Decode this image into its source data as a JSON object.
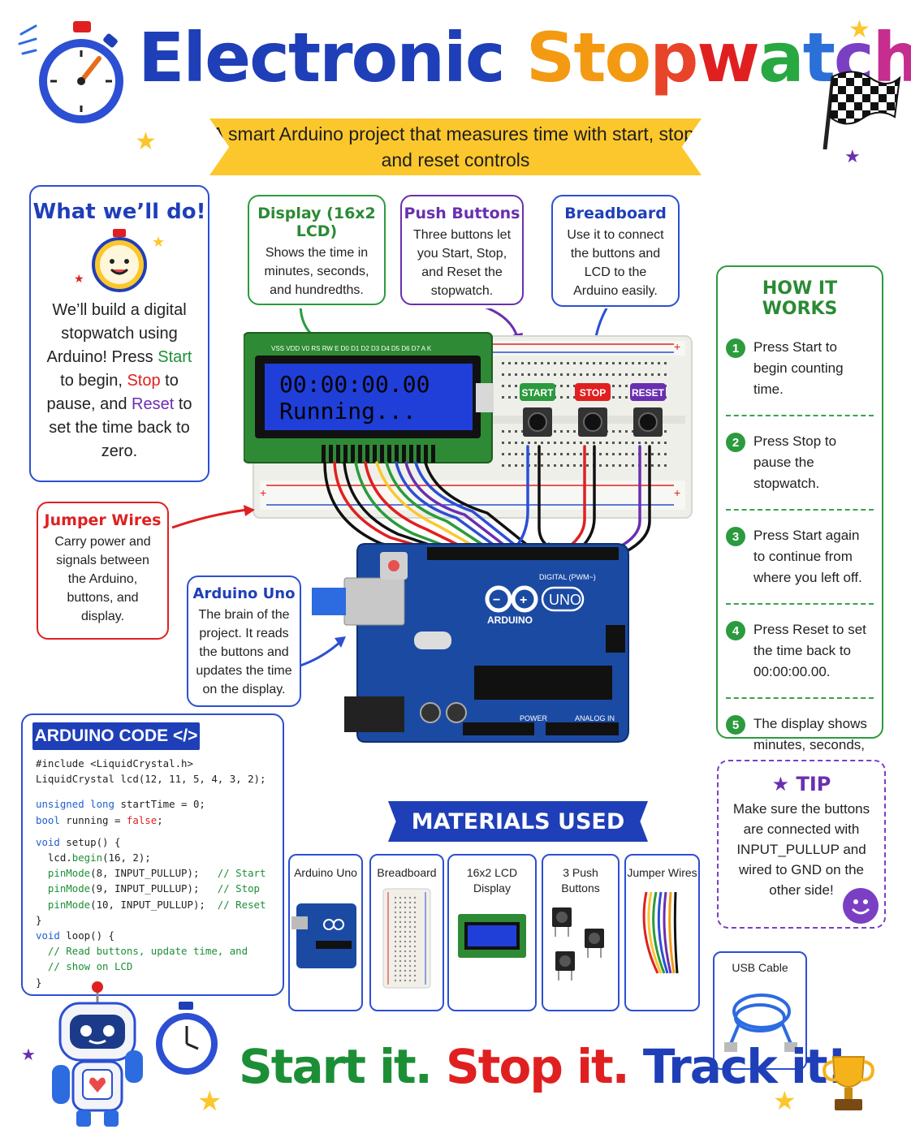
{
  "title": {
    "word1": "Electronic",
    "word2_chars": [
      "S",
      "t",
      "o",
      "p",
      "w",
      "a",
      "t",
      "c",
      "h"
    ],
    "word2_colors": [
      "#f39a12",
      "#f39a12",
      "#f39a12",
      "#e8442a",
      "#e02020",
      "#28a840",
      "#2b6fd8",
      "#7b3fc4",
      "#c52d8f"
    ],
    "subtitle": "A smart Arduino project that measures time with start, stop, and reset controls"
  },
  "what_we_do": {
    "heading": "What we’ll do!",
    "text_1": "We’ll build a digital stopwatch using Arduino! Press",
    "start": "Start",
    "text_2": "to begin,",
    "stop": "Stop",
    "text_3": "to pause, and",
    "reset": "Reset",
    "text_4": "to set the time back to zero."
  },
  "callouts": {
    "display": {
      "heading": "Display (16x2 LCD)",
      "text": "Shows the time in minutes, seconds, and hundredths."
    },
    "buttons": {
      "heading": "Push Buttons",
      "text": "Three buttons let you Start, Stop, and Reset the stopwatch."
    },
    "breadboard": {
      "heading": "Breadboard",
      "text": "Use it to connect the buttons and LCD to the Arduino easily."
    },
    "jumper": {
      "heading": "Jumper Wires",
      "text": "Carry power and signals between the Arduino, buttons, and display."
    },
    "uno": {
      "heading": "Arduino Uno",
      "text": "The brain of the project. It reads the buttons and updates the time on the display."
    }
  },
  "lcd": {
    "pin_labels": "VSS VDD V0 RS RW E D0 D1 D2 D3 D4 D5 D6 D7 A K",
    "line1": "00:00:00.00",
    "line2": "Running..."
  },
  "board_buttons": [
    {
      "label": "START",
      "color": "#2b9b3e"
    },
    {
      "label": "STOP",
      "color": "#e02020"
    },
    {
      "label": "RESET",
      "color": "#6a2fb0"
    }
  ],
  "arduino": {
    "brand": "ARDUINO",
    "model": "UNO",
    "digital": "DIGITAL (PWM~)",
    "power": "POWER",
    "analog": "ANALOG IN"
  },
  "how_it_works": {
    "heading": "HOW IT WORKS",
    "steps": [
      {
        "num": "1",
        "text": "Press Start to begin counting time."
      },
      {
        "num": "2",
        "text": "Press Stop to pause the stopwatch."
      },
      {
        "num": "3",
        "text": "Press Start again to continue from where you left off."
      },
      {
        "num": "4",
        "text": "Press Reset to set the time back to 00:00:00.00."
      },
      {
        "num": "5",
        "text": "The display shows minutes, seconds, and hundredths of a second."
      }
    ]
  },
  "tip": {
    "heading": "TIP",
    "text": "Make sure the buttons are connected with INPUT_PULLUP and wired to GND on the other side!"
  },
  "code": {
    "heading": "ARDUINO CODE </>",
    "l1": "#include <LiquidCrystal.h>",
    "l2": "LiquidCrystal lcd(12, 11, 5, 4, 3, 2);",
    "l3a": "unsigned long",
    "l3b": " startTime = 0;",
    "l4a": "bool",
    "l4b": " running = ",
    "l4c": "false",
    "l4d": ";",
    "l5a": "void",
    "l5b": " setup() {",
    "l6a": "  lcd.",
    "l6b": "begin",
    "l6c": "(16, 2);",
    "l7a": "  pinMode",
    "l7b": "(8, INPUT_PULLUP);   ",
    "l7c": "// Start",
    "l8a": "  pinMode",
    "l8b": "(9, INPUT_PULLUP);   ",
    "l8c": "// Stop",
    "l9a": "  pinMode",
    "l9b": "(10, INPUT_PULLUP);  ",
    "l9c": "// Reset",
    "l10": "}",
    "l11a": "void",
    "l11b": " loop() {",
    "l12": "  // Read buttons, update time, and",
    "l13": "  // show on LCD",
    "l14": "}"
  },
  "materials": {
    "heading": "MATERIALS USED",
    "items": [
      {
        "label": "Arduino Uno"
      },
      {
        "label": "Breadboard"
      },
      {
        "label": "16x2 LCD Display"
      },
      {
        "label": "3 Push Buttons"
      },
      {
        "label": "Jumper Wires"
      }
    ],
    "usb": "USB Cable"
  },
  "slogan": {
    "p1": "Start it.",
    "p2": "Stop it.",
    "p3": "Track it!"
  },
  "colors": {
    "blue": "#1f3fb8",
    "green": "#2b9b3e",
    "red": "#e02020",
    "purple": "#6a2fb0",
    "yellow": "#fcc72c",
    "orange": "#f39a12"
  }
}
